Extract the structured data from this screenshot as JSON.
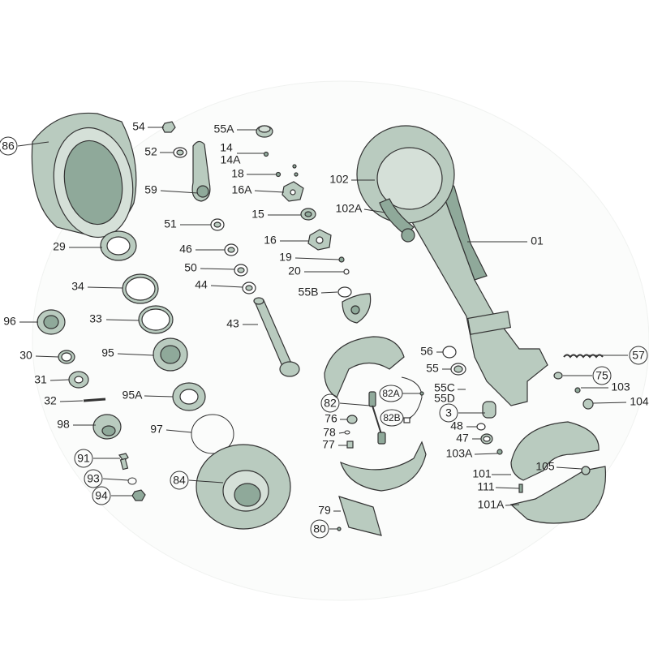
{
  "diagram": {
    "type": "exploded parts diagram - trailer axle with drum brake",
    "colors": {
      "part_fill": "#b9cbbf",
      "part_dark": "#8fa99a",
      "line": "#333333",
      "background": "#ffffff"
    }
  },
  "labels": [
    {
      "text": "86",
      "circled": true
    },
    {
      "text": "54",
      "circled": false
    },
    {
      "text": "52",
      "circled": false
    },
    {
      "text": "55A",
      "circled": false
    },
    {
      "text": "14",
      "circled": false
    },
    {
      "text": "14A",
      "circled": false
    },
    {
      "text": "18",
      "circled": false
    },
    {
      "text": "16A",
      "circled": false
    },
    {
      "text": "59",
      "circled": false
    },
    {
      "text": "102",
      "circled": false
    },
    {
      "text": "102A",
      "circled": false
    },
    {
      "text": "01",
      "circled": false
    },
    {
      "text": "15",
      "circled": false
    },
    {
      "text": "51",
      "circled": false
    },
    {
      "text": "16",
      "circled": false
    },
    {
      "text": "29",
      "circled": false
    },
    {
      "text": "46",
      "circled": false
    },
    {
      "text": "19",
      "circled": false
    },
    {
      "text": "50",
      "circled": false
    },
    {
      "text": "20",
      "circled": false
    },
    {
      "text": "34",
      "circled": false
    },
    {
      "text": "44",
      "circled": false
    },
    {
      "text": "55B",
      "circled": false
    },
    {
      "text": "96",
      "circled": false
    },
    {
      "text": "33",
      "circled": false
    },
    {
      "text": "43",
      "circled": false
    },
    {
      "text": "30",
      "circled": false
    },
    {
      "text": "95",
      "circled": false
    },
    {
      "text": "56",
      "circled": false
    },
    {
      "text": "57",
      "circled": true
    },
    {
      "text": "55",
      "circled": false
    },
    {
      "text": "75",
      "circled": true
    },
    {
      "text": "31",
      "circled": false
    },
    {
      "text": "82A",
      "circled": true
    },
    {
      "text": "55C",
      "circled": false
    },
    {
      "text": "103",
      "circled": false
    },
    {
      "text": "55D",
      "circled": false
    },
    {
      "text": "32",
      "circled": false
    },
    {
      "text": "95A",
      "circled": false
    },
    {
      "text": "82",
      "circled": true
    },
    {
      "text": "104",
      "circled": false
    },
    {
      "text": "3",
      "circled": true
    },
    {
      "text": "76",
      "circled": false
    },
    {
      "text": "82B",
      "circled": true
    },
    {
      "text": "98",
      "circled": false
    },
    {
      "text": "97",
      "circled": false
    },
    {
      "text": "48",
      "circled": false
    },
    {
      "text": "78",
      "circled": false
    },
    {
      "text": "77",
      "circled": false
    },
    {
      "text": "47",
      "circled": false
    },
    {
      "text": "103A",
      "circled": false
    },
    {
      "text": "91",
      "circled": true
    },
    {
      "text": "101",
      "circled": false
    },
    {
      "text": "105",
      "circled": false
    },
    {
      "text": "93",
      "circled": true
    },
    {
      "text": "84",
      "circled": true
    },
    {
      "text": "111",
      "circled": false
    },
    {
      "text": "94",
      "circled": true
    },
    {
      "text": "101A",
      "circled": false
    },
    {
      "text": "79",
      "circled": false
    },
    {
      "text": "80",
      "circled": true
    }
  ]
}
